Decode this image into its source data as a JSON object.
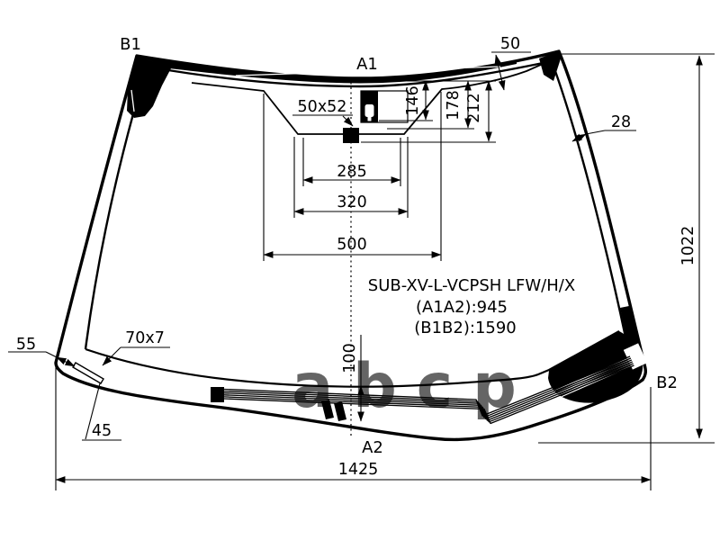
{
  "diagram": {
    "watermark": "abcp",
    "corners": {
      "b1": "B1",
      "a1": "A1",
      "a2": "A2",
      "b2": "B2"
    },
    "part": {
      "code": "SUB-XV-L-VCPSH LFW/H/X",
      "a1a2": "(A1A2):945",
      "b1b2": "(B1B2):1590"
    },
    "dims": {
      "top_frit": "50",
      "right_frit": "28",
      "left_frit": "55",
      "bottom_frit": "100",
      "height": "1022",
      "width": "1425",
      "cam_depth1": "146",
      "cam_depth2": "178",
      "cam_depth3": "212",
      "cam_w1": "285",
      "cam_w2": "320",
      "cam_w3": "500",
      "pad": "50x52",
      "strip": "70x7",
      "strip_pos": "45"
    },
    "colors": {
      "ink": "#000000",
      "bg": "#ffffff",
      "watermark": "#777777"
    }
  }
}
